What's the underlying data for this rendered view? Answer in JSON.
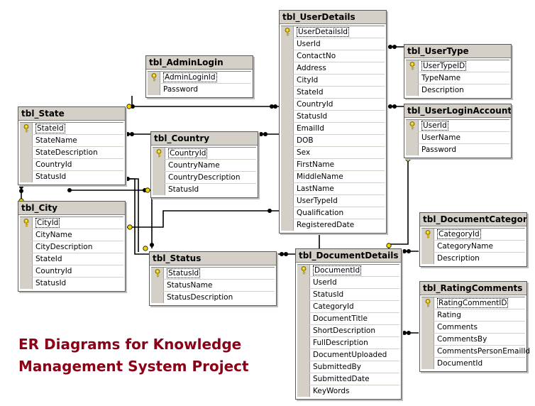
{
  "caption": {
    "line1": "ER Diagrams for Knowledge",
    "line2": "Management System Project"
  },
  "colors": {
    "caption": "#8b0016",
    "header": "#d4d0c8",
    "key_icon": "#e0c200",
    "connector": "#000000"
  },
  "tables": {
    "user_details": {
      "title": "tbl_UserDetails",
      "columns": [
        "UserDetailsId",
        "UserId",
        "ContactNo",
        "Address",
        "CityId",
        "StateId",
        "CountryId",
        "StatusId",
        "EmailId",
        "DOB",
        "Sex",
        "FirstName",
        "MiddleName",
        "LastName",
        "UserTypeId",
        "Qualification",
        "RegisteredDate"
      ]
    },
    "admin_login": {
      "title": "tbl_AdminLogin",
      "columns": [
        "AdminLoginId",
        "Password"
      ]
    },
    "user_type": {
      "title": "tbl_UserType",
      "columns": [
        "UserTypeID",
        "TypeName",
        "Description"
      ]
    },
    "user_login_account": {
      "title": "tbl_UserLoginAccount",
      "columns": [
        "UserId",
        "UserName",
        "Password"
      ]
    },
    "state": {
      "title": "tbl_State",
      "columns": [
        "StateId",
        "StateName",
        "StateDescription",
        "CountryId",
        "StatusId"
      ]
    },
    "country": {
      "title": "tbl_Country",
      "columns": [
        "CountryId",
        "CountryName",
        "CountryDescription",
        "StatusId"
      ]
    },
    "city": {
      "title": "tbl_City",
      "columns": [
        "CityId",
        "CityName",
        "CityDescription",
        "StateId",
        "CountryId",
        "StatusId"
      ]
    },
    "status": {
      "title": "tbl_Status",
      "columns": [
        "StatusId",
        "StatusName",
        "StatusDescription"
      ]
    },
    "document_details": {
      "title": "tbl_DocumentDetails",
      "columns": [
        "DocumentId",
        "UserId",
        "StatusId",
        "CategoryId",
        "DocumentTitle",
        "ShortDescription",
        "FullDescription",
        "DocumentUploaded",
        "SubmittedBy",
        "SubmittedDate",
        "KeyWords"
      ]
    },
    "document_category": {
      "title": "tbl_DocumentCategory",
      "columns": [
        "CategoryId",
        "CategoryName",
        "Description"
      ]
    },
    "rating_comments": {
      "title": "tbl_RatingComments",
      "columns": [
        "RatingCommentID",
        "Rating",
        "Comments",
        "CommentsBy",
        "CommentsPersonEmailId",
        "DocumentId"
      ]
    }
  }
}
